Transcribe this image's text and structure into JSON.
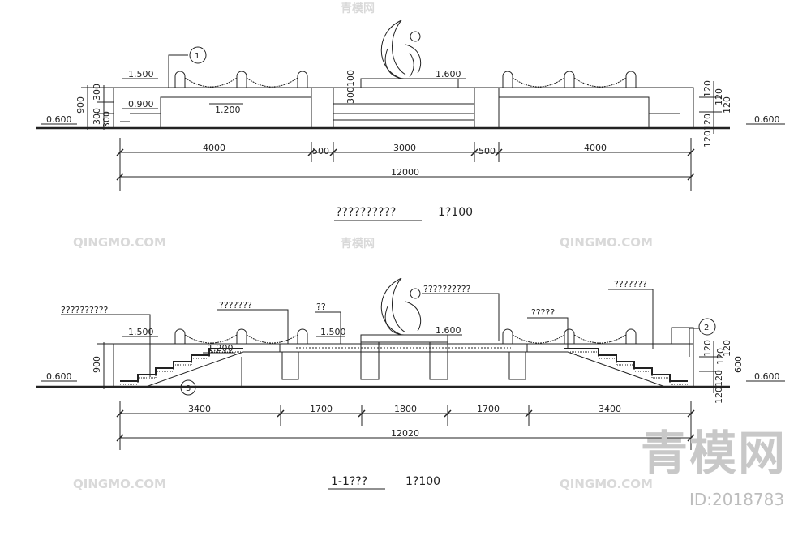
{
  "top": {
    "title": "??????????",
    "scale": "1?100",
    "levels": {
      "l1500": "1.500",
      "l0900": "0.900",
      "l1200": "1.200",
      "l1600": "1.600",
      "l0600a": "0.600",
      "l0600b": "0.600"
    },
    "vertical_dims": {
      "h900": "900",
      "h300a": "300",
      "h300b": "300",
      "h300c": "300",
      "h300100": "300100",
      "r120a": "120",
      "r120b": "120",
      "r120c": "120",
      "r120120": "120120"
    },
    "marker": "1",
    "dims_row1": [
      "4000",
      "500",
      "3000",
      "500",
      "4000"
    ],
    "dims_total": "12000"
  },
  "section": {
    "title": "1-1???",
    "scale": "1?100",
    "levels": {
      "l1500a": "1.500",
      "l1500b": "1.500",
      "l1200": "1.200",
      "l1600": "1.600",
      "l0600a": "0.600",
      "l0600b": "0.600"
    },
    "vertical_dims": {
      "h900": "900",
      "r120a": "120",
      "r120b": "120",
      "r120c": "120",
      "r600": "600",
      "r120120": "120120"
    },
    "callouts": {
      "c1": "??????????",
      "c2": "???????",
      "c3": "??",
      "c4": "??????????",
      "c5": "?????",
      "c6": "???????"
    },
    "markers": {
      "m2": "2",
      "m3": "3"
    },
    "dims_row1": [
      "3400",
      "1700",
      "1800",
      "1700",
      "3400"
    ],
    "dims_total": "12020"
  },
  "watermarks": {
    "qingmo": "QINGMO.COM",
    "qingmo_cn": "青模网",
    "logo_big": "青模网",
    "id": "ID:2018783"
  }
}
